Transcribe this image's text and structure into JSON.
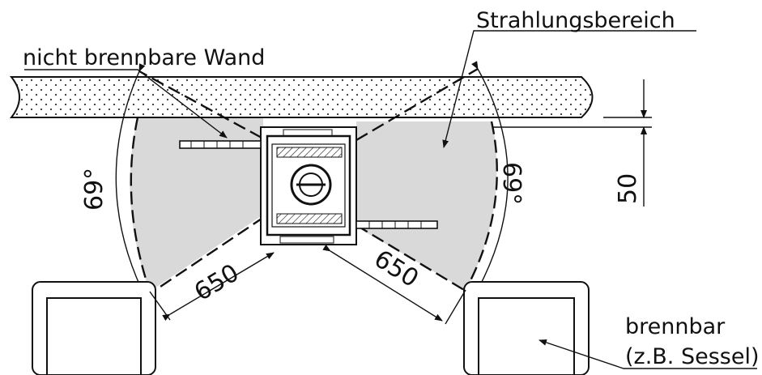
{
  "labels": {
    "radiation_zone": "Strahlungsbereich",
    "wall": "nicht brennbare Wand",
    "flammable": "brennbar",
    "example": "(z.B. Sessel)",
    "angle_left": "69°",
    "angle_right": "69°",
    "distance_left": "650",
    "distance_right": "650",
    "wall_gap": "50"
  },
  "colors": {
    "radiation_fill": "#d9d9d9",
    "wall_fill": "#ffffff",
    "stroke": "#111111"
  }
}
